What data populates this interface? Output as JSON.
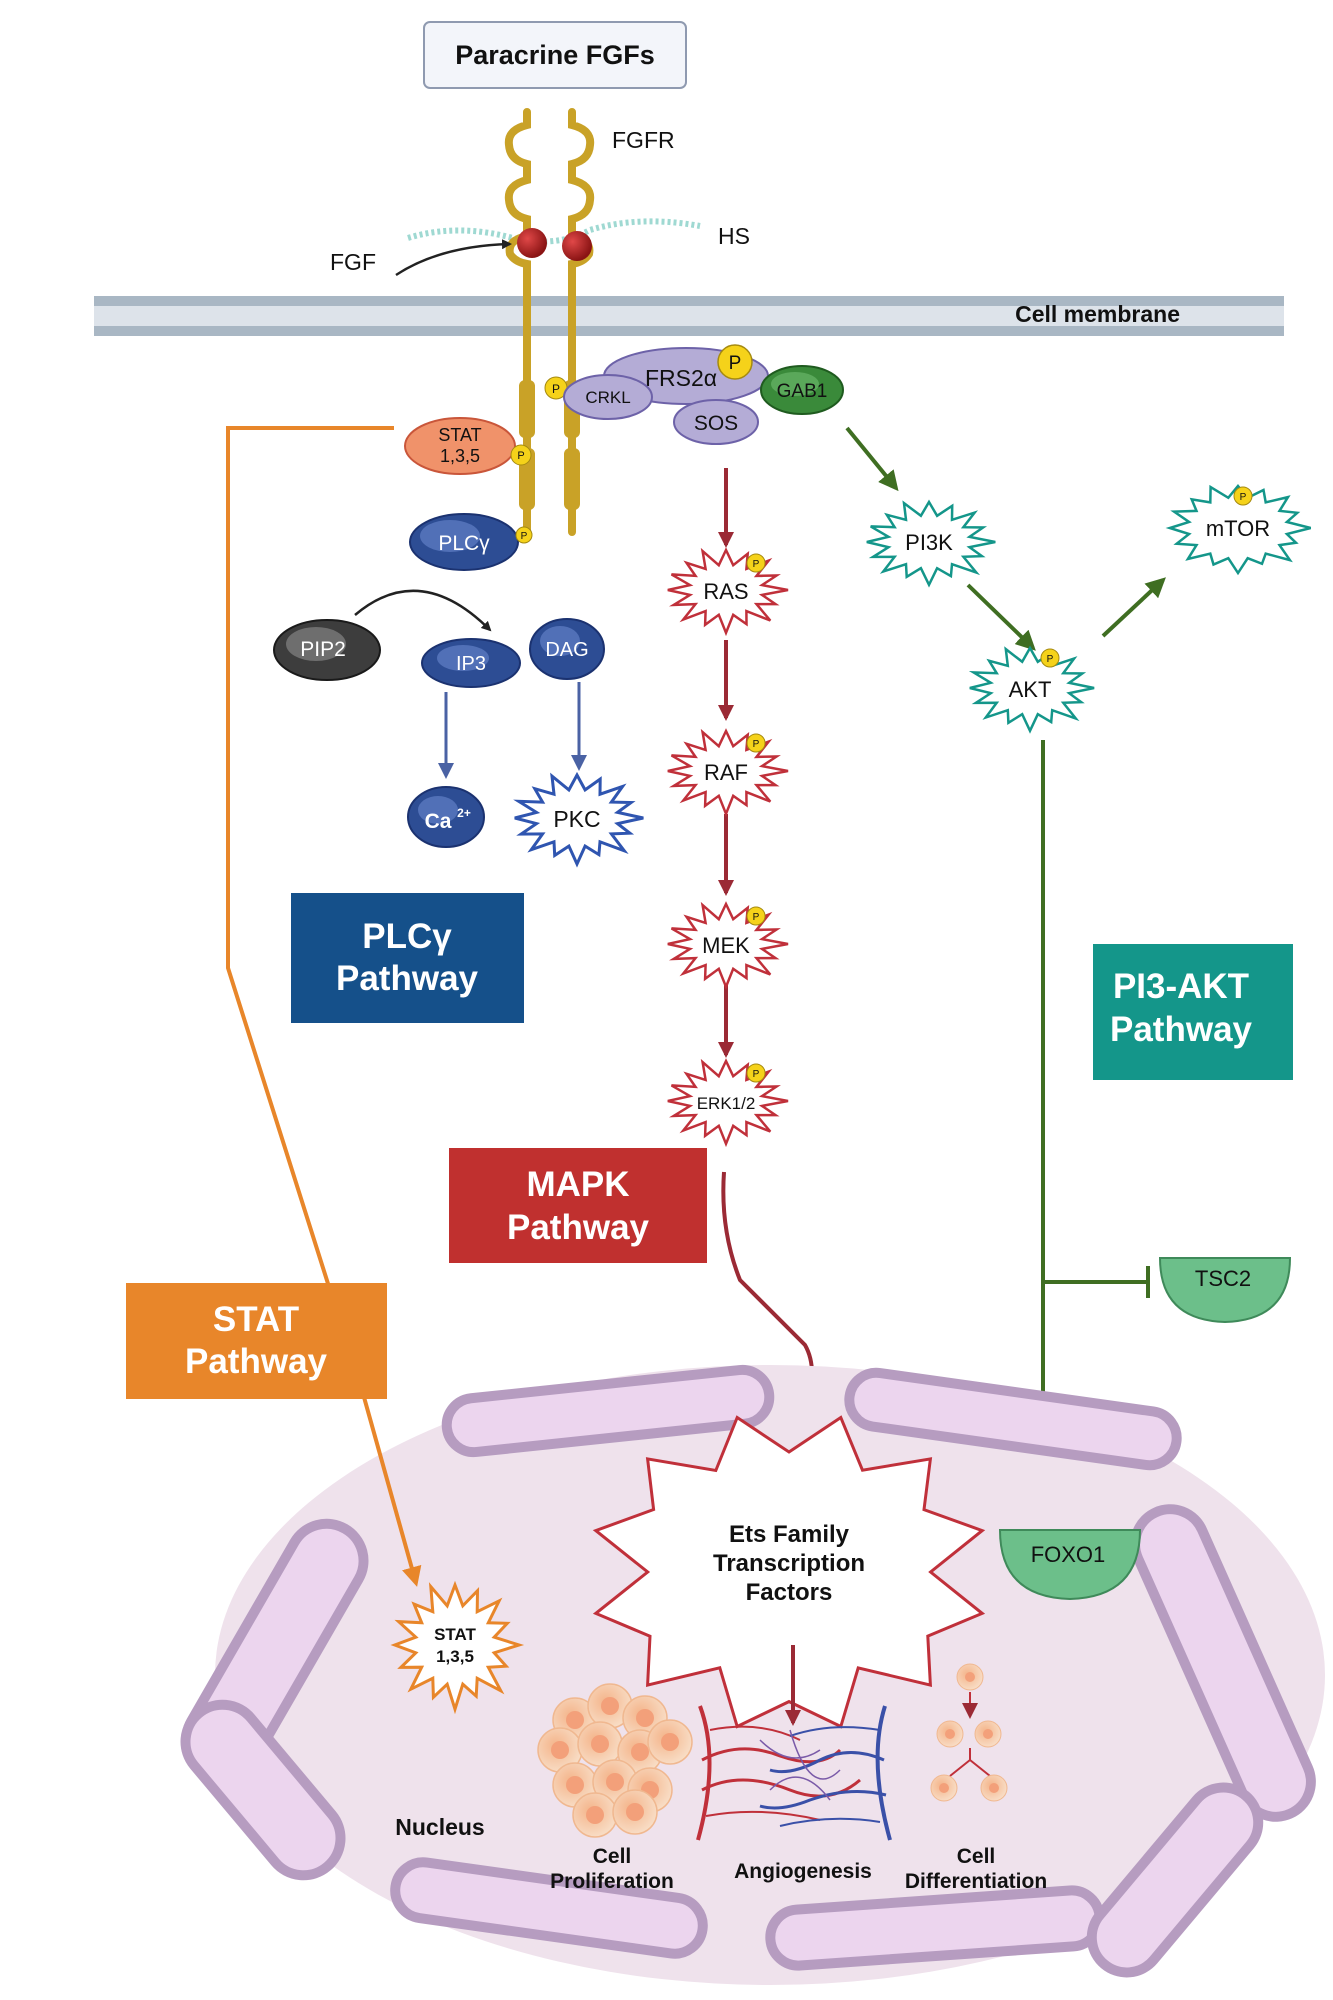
{
  "labels": {
    "paracrine_fgfs": "Paracrine FGFs",
    "fgfr": "FGFR",
    "hs": "HS",
    "fgf": "FGF",
    "cell_membrane": "Cell membrane",
    "stat_top_1": "STAT",
    "stat_top_2": "1,3,5",
    "plc": "PLCγ",
    "pip2": "PIP2",
    "ip3": "IP3",
    "dag": "DAG",
    "ca": "Ca",
    "ca_sup": "2+",
    "pkc": "PKC",
    "frs2": "FRS2α",
    "crkl": "CRKL",
    "sos": "SOS",
    "gab1": "GAB1",
    "ras": "RAS",
    "raf": "RAF",
    "mek": "MEK",
    "erk": "ERK1/2",
    "pi3k": "PI3K",
    "akt": "AKT",
    "mtor": "mTOR",
    "tsc2": "TSC2",
    "foxo1": "FOXO1",
    "ets_1": "Ets Family",
    "ets_2": "Transcription",
    "ets_3": "Factors",
    "stat_nuc_1": "STAT",
    "stat_nuc_2": "1,3,5",
    "nucleus": "Nucleus",
    "cell_prolif_1": "Cell",
    "cell_prolif_2": "Proliferation",
    "angiogenesis": "Angiogenesis",
    "cell_diff_1": "Cell",
    "cell_diff_2": "Differentiation",
    "phospho": "P"
  },
  "pathways": {
    "plc_1": "PLCγ",
    "plc_2": "Pathway",
    "mapk_1": "MAPK",
    "mapk_2": "Pathway",
    "stat_1": "STAT",
    "stat_2": "Pathway",
    "pi3_1": "PI3-AKT",
    "pi3_2": "Pathway"
  },
  "colors": {
    "plc": "#15508a",
    "mapk": "#c0302f",
    "stat": "#e8862a",
    "pi3akt": "#14968a",
    "receptor": "#c9a227",
    "akt_line": "#3f6e22"
  }
}
